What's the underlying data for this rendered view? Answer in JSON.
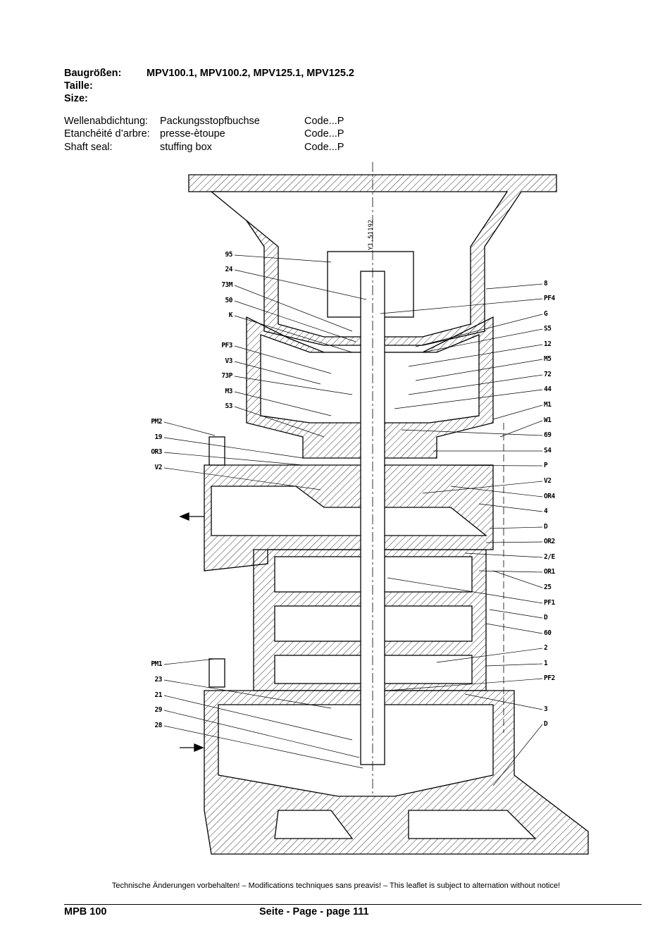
{
  "header": {
    "size_label_de": "Baugrößen:",
    "size_values": "MPV100.1, MPV100.2, MPV125.1, MPV125.2",
    "size_label_fr": "Taille:",
    "size_label_en": "Size:"
  },
  "seal_table": [
    {
      "label": "Wellenabdichtung:",
      "value": "Packungsstopfbuchse",
      "code": "Code...P"
    },
    {
      "label": "Etanchéité d’arbre:",
      "value": "presse-ètoupe",
      "code": "Code...P"
    },
    {
      "label": "Shaft seal:",
      "value": "stuffing box",
      "code": "Code...P"
    }
  ],
  "drawing": {
    "drawing_number": "Y1.51192",
    "left_labels": [
      "95",
      "24",
      "73M",
      "50",
      "K",
      "PF3",
      "V3",
      "73P",
      "M3",
      "S3",
      "PM2",
      "19",
      "OR3",
      "V2",
      "PM1",
      "23",
      "21",
      "29",
      "28"
    ],
    "right_labels": [
      "8",
      "PF4",
      "G",
      "S5",
      "12",
      "M5",
      "72",
      "44",
      "M1",
      "W1",
      "69",
      "S4",
      "P",
      "V2",
      "OR4",
      "4",
      "D",
      "OR2",
      "2/E",
      "OR1",
      "25",
      "PF1",
      "D",
      "60",
      "2",
      "1",
      "PF2",
      "3",
      "D"
    ]
  },
  "footer": {
    "notice": "Technische Änderungen vorbehalten! – Modifications techniques sans preavis! – This leaflet is subject to alternation without notice!",
    "doc_id": "MPB 100",
    "page": "Seite - Page - page 111"
  }
}
